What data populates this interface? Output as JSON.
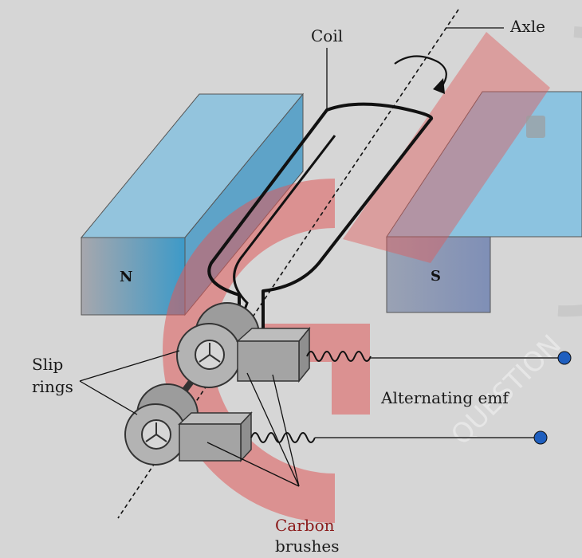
{
  "labels": {
    "coil": "Coil",
    "axle": "Axle",
    "north": "N",
    "south": "S",
    "slip_rings_line1": "Slip",
    "slip_rings_line2": "rings",
    "alternating_emf": "Alternating emf",
    "carbon_line1": "Carbon",
    "carbon_line2": "brushes",
    "watermark_text": "QUESTION"
  },
  "colors": {
    "background": "#d6d6d6",
    "magnet_face": "#5ea3c8",
    "magnet_top": "#8ec3df",
    "ring": "#a8a8a8",
    "brush": "#a4a4a4",
    "terminal": "#1f5fbf",
    "carbon_label": "#8b1a1a",
    "watermark": "#e05a5a"
  }
}
